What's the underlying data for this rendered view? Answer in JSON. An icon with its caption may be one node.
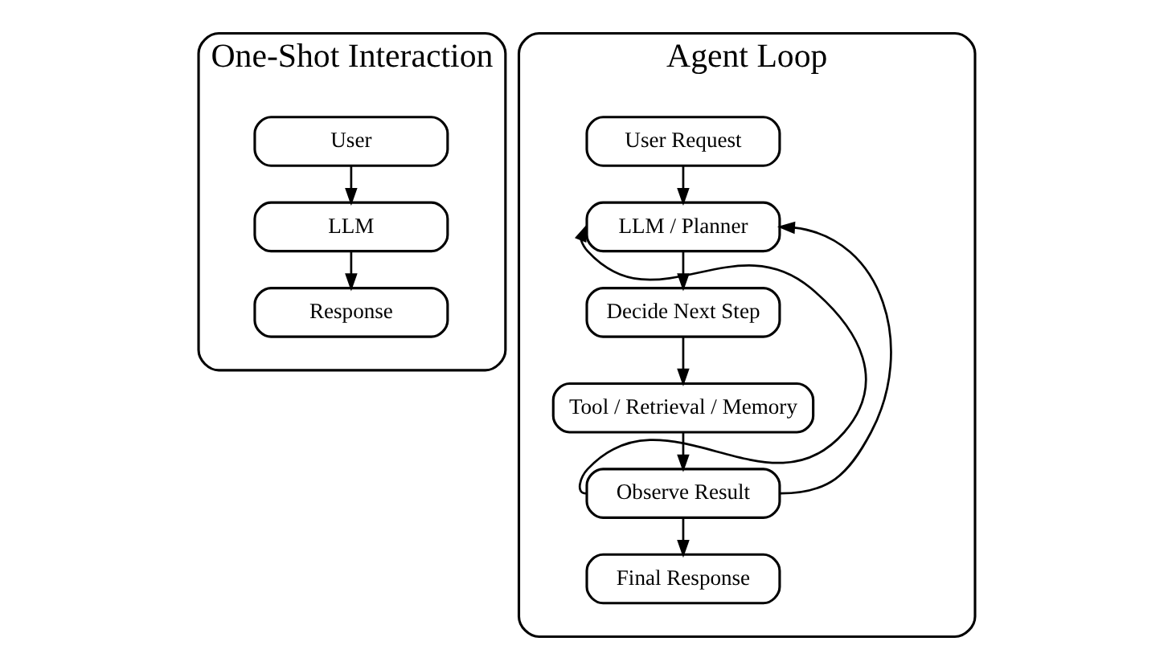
{
  "diagram": {
    "nodes": [
      {
        "text": [
          "One-Shot Interaction"
        ]
      },
      {
        "text": [
          "User"
        ],
        "in": 0
      },
      {
        "text": [
          "LLM"
        ],
        "in": 0
      },
      {
        "text": [
          "Response"
        ],
        "in": 0
      },
      {
        "text": [
          "Agent Loop"
        ]
      },
      {
        "text": [
          "User Request"
        ],
        "in": 4
      },
      {
        "text": [
          "LLM / Planner"
        ],
        "in": 4
      },
      {
        "text": [
          "Decide Next Step"
        ],
        "in": 4
      },
      {
        "text": [
          "Tool / Retrieval / Memory"
        ],
        "in": 4
      },
      {
        "text": [
          "Observe Result"
        ],
        "in": 4
      },
      {
        "text": [
          "Final Response"
        ],
        "in": 4
      }
    ],
    "edges": [
      {
        "from": 1,
        "to": 2,
        "arrow": "to"
      },
      {
        "from": 2,
        "to": 3,
        "arrow": "to"
      },
      {
        "from": 5,
        "to": 6,
        "arrow": "to"
      },
      {
        "from": 6,
        "to": 7,
        "arrow": "to"
      },
      {
        "from": 7,
        "to": 8,
        "arrow": "to"
      },
      {
        "from": 8,
        "to": 9,
        "arrow": "to"
      },
      {
        "from": 9,
        "to": 6,
        "arrow": "to"
      },
      {
        "from": 9,
        "to": 6,
        "arrow": "to"
      },
      {
        "from": 9,
        "to": 10,
        "arrow": "to"
      }
    ]
  }
}
